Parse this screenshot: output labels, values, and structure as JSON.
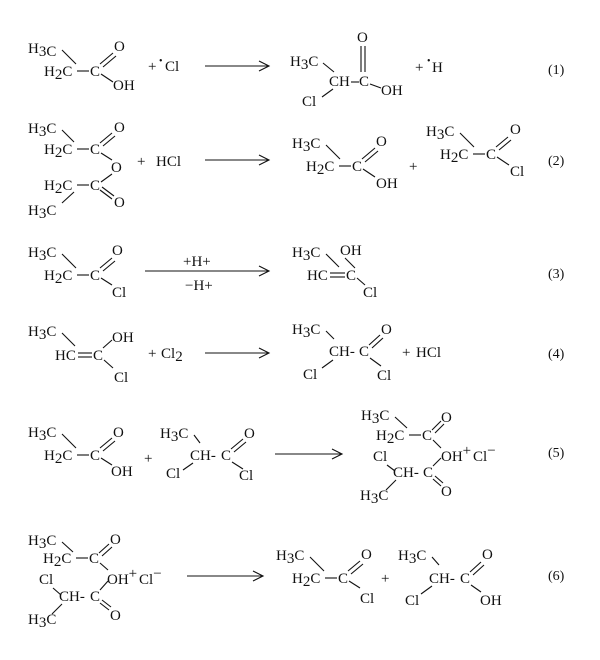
{
  "reactions": [
    {
      "number": "(1)",
      "reactants": [
        {
          "type": "propanoic_acid",
          "parts": {
            "ch3": "H3C",
            "ch2": "H2C",
            "c": "C",
            "o": "O",
            "oh": "OH"
          }
        },
        {
          "type": "radical",
          "plus": "+",
          "dot": "•",
          "text": "Cl"
        }
      ],
      "arrow": {
        "above": "",
        "below": ""
      },
      "products": [
        {
          "type": "chloro_acid",
          "parts": {
            "ch3": "H3C",
            "ch": "CH",
            "c": "C",
            "o": "O",
            "oh": "OH",
            "cl": "Cl"
          }
        },
        {
          "type": "radical",
          "plus": "+",
          "dot": "•",
          "text": "H"
        }
      ]
    },
    {
      "number": "(2)",
      "reactants": [
        {
          "type": "anhydride",
          "parts": {
            "ch3a": "H3C",
            "ch2a": "H2C",
            "ca": "C",
            "oa": "O",
            "obridge": "O",
            "ch2b": "H2C",
            "cb": "C",
            "ob": "O",
            "ch3b": "H3C"
          }
        },
        {
          "type": "plain",
          "plus": "+",
          "text": "HCl"
        }
      ],
      "arrow": {
        "above": "",
        "below": ""
      },
      "products": [
        {
          "type": "propanoic_acid",
          "parts": {
            "ch3": "H3C",
            "ch2": "H2C",
            "c": "C",
            "o": "O",
            "oh": "OH"
          }
        },
        {
          "type": "propanoyl_chloride",
          "plus": "+",
          "parts": {
            "ch3": "H3C",
            "ch2": "H2C",
            "c": "C",
            "o": "O",
            "cl": "Cl"
          }
        }
      ]
    },
    {
      "number": "(3)",
      "reactants": [
        {
          "type": "propanoyl_chloride",
          "parts": {
            "ch3": "H3C",
            "ch2": "H2C",
            "c": "C",
            "o": "O",
            "cl": "Cl"
          }
        }
      ],
      "arrow": {
        "above": "+H+",
        "below": "−H+"
      },
      "products": [
        {
          "type": "enol",
          "parts": {
            "ch3": "H3C",
            "hc": "HC",
            "c": "C",
            "oh": "OH",
            "cl": "Cl"
          }
        }
      ]
    },
    {
      "number": "(4)",
      "reactants": [
        {
          "type": "enol_hc",
          "parts": {
            "ch3": "H3C",
            "hc": "HC",
            "c": "C",
            "oh": "OH",
            "cl": "Cl"
          }
        },
        {
          "type": "plain",
          "plus": "+",
          "text": "Cl2"
        }
      ],
      "arrow": {
        "above": "",
        "below": ""
      },
      "products": [
        {
          "type": "chloro_acyl_chloride",
          "parts": {
            "ch3": "H3C",
            "ch": "CH",
            "c": "C",
            "o": "O",
            "cl1": "Cl",
            "cl2": "Cl"
          }
        },
        {
          "type": "plain",
          "plus": "+",
          "text": "HCl"
        }
      ]
    },
    {
      "number": "(5)",
      "reactants": [
        {
          "type": "propanoic_acid",
          "parts": {
            "ch3": "H3C",
            "ch2": "H2C",
            "c": "C",
            "o": "O",
            "oh": "OH"
          }
        },
        {
          "type": "chloro_acyl_chloride",
          "plus": "+",
          "parts": {
            "ch3": "H3C",
            "ch": "CH",
            "c": "C",
            "o": "O",
            "cl1": "Cl",
            "cl2": "Cl"
          }
        }
      ],
      "arrow": {
        "above": "",
        "below": ""
      },
      "products": [
        {
          "type": "intermediate",
          "parts": {
            "ch3a": "H3C",
            "ch2": "H2C",
            "ca": "C",
            "oa": "O",
            "oh": "OH+",
            "cl_ion": "Cl−",
            "cl": "Cl",
            "ch": "CH",
            "cb": "C",
            "ob": "O",
            "ch3b": "H3C"
          }
        }
      ]
    },
    {
      "number": "(6)",
      "reactants": [
        {
          "type": "intermediate",
          "parts": {
            "ch3a": "H3C",
            "ch2": "H2C",
            "ca": "C",
            "oa": "O",
            "oh": "OH+",
            "cl_ion": "Cl−",
            "cl": "Cl",
            "ch": "CH",
            "cb": "C",
            "ob": "O",
            "ch3b": "H3C"
          }
        }
      ],
      "arrow": {
        "above": "",
        "below": ""
      },
      "products": [
        {
          "type": "propanoyl_chloride",
          "parts": {
            "ch3": "H3C",
            "ch2": "H2C",
            "c": "C",
            "o": "O",
            "cl": "Cl"
          }
        },
        {
          "type": "chloro_acid",
          "plus": "+",
          "parts": {
            "ch3": "H3C",
            "ch": "CH",
            "c": "C",
            "o": "O",
            "oh": "OH",
            "cl": "Cl"
          }
        }
      ]
    }
  ]
}
